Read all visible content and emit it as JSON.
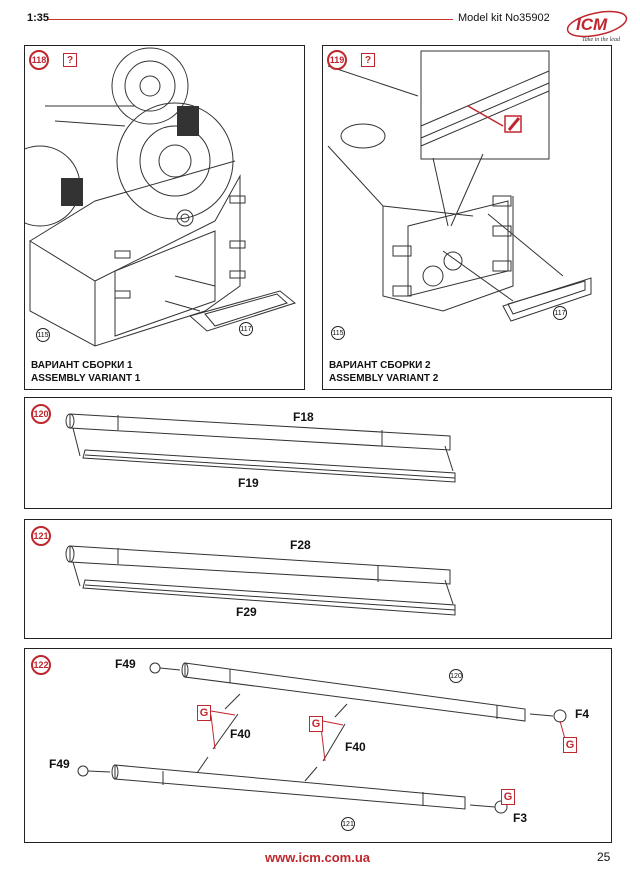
{
  "header": {
    "scale": "1:35",
    "model_kit": "Model kit No35902",
    "logo": {
      "brand": "ICM",
      "tagline": "Take in the lead"
    },
    "accent_color": "#c0262d"
  },
  "steps": [
    {
      "number": "118",
      "help_mark": "?",
      "refs": [
        "115",
        "117"
      ],
      "variant_ru": "ВАРИАНТ СБОРКИ 1",
      "variant_en": "ASSEMBLY VARIANT 1"
    },
    {
      "number": "119",
      "help_mark": "?",
      "refs": [
        "115",
        "117"
      ],
      "variant_ru": "ВАРИАНТ СБОРКИ 2",
      "variant_en": "ASSEMBLY VARIANT 2"
    },
    {
      "number": "120",
      "parts": [
        "F18",
        "F19"
      ]
    },
    {
      "number": "121",
      "parts": [
        "F28",
        "F29"
      ]
    },
    {
      "number": "122",
      "parts": [
        "F49",
        "F49",
        "F40",
        "F40",
        "F4",
        "F3"
      ],
      "refs": [
        "120",
        "121"
      ],
      "glue_mark": "G"
    }
  ],
  "footer": {
    "website": "www.icm.com.ua",
    "page_number": "25"
  }
}
